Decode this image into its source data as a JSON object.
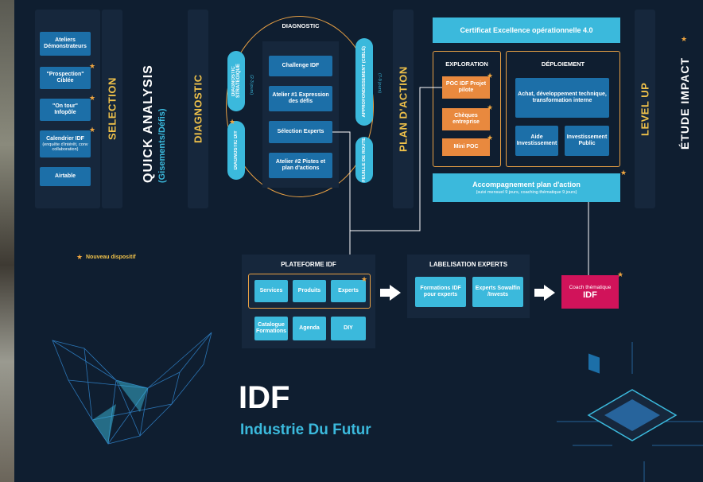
{
  "left_column": {
    "items": [
      {
        "label": "Ateliers Démonstrateurs",
        "sub": ""
      },
      {
        "label": "\"Prospection\" Ciblée",
        "sub": ""
      },
      {
        "label": "\"On tour\" Infopôle",
        "sub": ""
      },
      {
        "label": "Calendrier IDF",
        "sub": "(enquête d'intérêt, conv collaboration)"
      },
      {
        "label": "Airtable",
        "sub": ""
      }
    ]
  },
  "phases": {
    "selection": "SELECTION",
    "quick_analysis": "QUICK ANALYSIS",
    "quick_analysis_sub": "(Gisements/Défis)",
    "diagnostic": "DIAGNOSTIC",
    "plan_action": "PLAN D'ACTION",
    "level_up": "LEVEL UP",
    "etude_impact": "ÉTUDE IMPACT"
  },
  "diagnostic_circle": {
    "title": "DIAGNOSTIC",
    "left_pills": [
      {
        "label": "DIAGNOSTIC STRATEGIQUE"
      },
      {
        "label": "DIAGNOSTIC DIY"
      }
    ],
    "duration_left": "(2-3 jours)",
    "duration_right": "(7-9 jours)",
    "right_pills": [
      {
        "label": "APPROFONDISSEMENT (CIBLÉ)"
      },
      {
        "label": "FEUILLE DE ROUTE"
      }
    ],
    "steps": [
      "Challenge IDF",
      "Atelier #1 Expression des défis",
      "Sélection Experts",
      "Atelier #2 Pistes et plan d'actions"
    ]
  },
  "certificat": "Certificat Excellence opérationnelle 4.0",
  "exploration": {
    "title": "EXPLORATION",
    "items": [
      "POC IDF Projet pilote",
      "Chèques entreprise",
      "Mini POC"
    ]
  },
  "deploiement": {
    "title": "DÉPLOIEMENT",
    "top": "Achat, développement technique, transformation interne",
    "left": "Aide Investissement",
    "right": "Investissement Public"
  },
  "accompagnement": {
    "title": "Accompagnement plan d'action",
    "sub": "(suivi mensuel 9 jours, coaching thématique 9 jours)"
  },
  "legend": {
    "nouveau": "Nouveau dispositif"
  },
  "plateforme": {
    "title": "PLATEFORME IDF",
    "row1": [
      "Services",
      "Produits",
      "Experts"
    ],
    "row2": [
      "Catalogue Formations",
      "Agenda",
      "DIY"
    ]
  },
  "labelisation": {
    "title": "LABELISATION EXPERTS",
    "items": [
      "Formations IDF pour experts",
      "Experts Sowalfin /Invests"
    ]
  },
  "coach": {
    "label": "Coach thématique",
    "big": "IDF"
  },
  "brand": {
    "title": "IDF",
    "subtitle": "Industrie Du Futur"
  },
  "colors": {
    "accent_orange": "#e8a044",
    "cyan": "#3bb9dc",
    "magenta": "#d1135a",
    "background": "#0f1e30"
  }
}
